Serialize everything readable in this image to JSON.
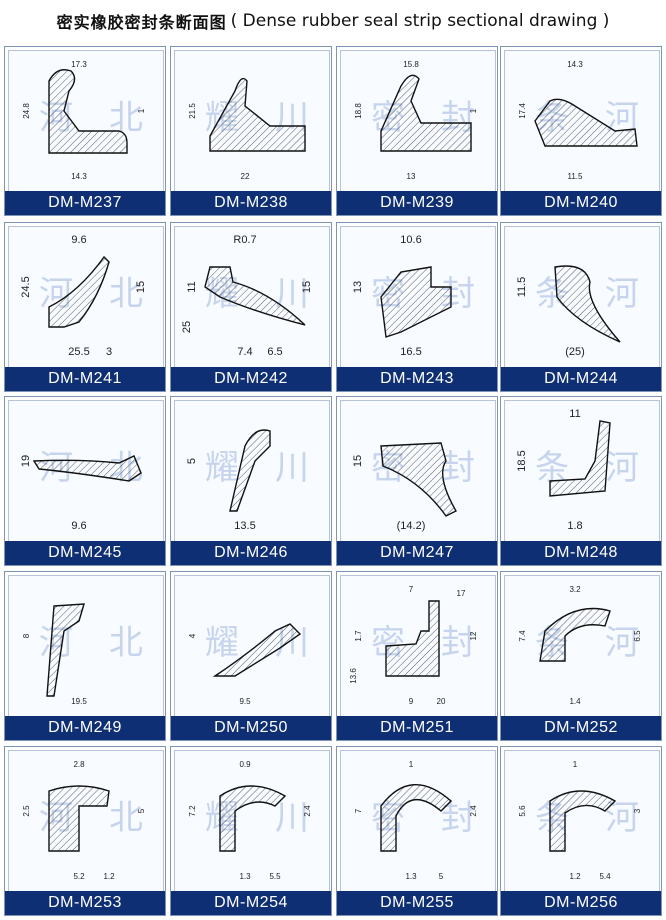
{
  "title": {
    "chinese": "密实橡胶密封条断面图",
    "english": "( Dense rubber seal strip sectional drawing )"
  },
  "watermark": [
    "河",
    "北",
    "耀",
    "川",
    "密",
    "封",
    "条"
  ],
  "colors": {
    "label_bg": "#0e2f73",
    "label_text": "#ffffff",
    "border": "#7f95b5",
    "hatch": "#333333"
  },
  "items": [
    {
      "model": "DM-M237",
      "dims": [
        "24.8",
        "14.3",
        "17.3",
        "1"
      ]
    },
    {
      "model": "DM-M238",
      "dims": [
        "21.5",
        "22"
      ]
    },
    {
      "model": "DM-M239",
      "dims": [
        "18.8",
        "13",
        "15.8",
        "1"
      ]
    },
    {
      "model": "DM-M240",
      "dims": [
        "17.4",
        "11.5",
        "14.3"
      ]
    },
    {
      "model": "DM-M241",
      "dims": [
        "24.5",
        "25.5",
        "9.6",
        "15",
        "3"
      ]
    },
    {
      "model": "DM-M242",
      "dims": [
        "11",
        "7.4",
        "R0.7",
        "15",
        "6.5",
        "25"
      ]
    },
    {
      "model": "DM-M243",
      "dims": [
        "13",
        "16.5",
        "10.6"
      ]
    },
    {
      "model": "DM-M244",
      "dims": [
        "11.5",
        "(25)"
      ]
    },
    {
      "model": "DM-M245",
      "dims": [
        "19",
        "9.6"
      ]
    },
    {
      "model": "DM-M246",
      "dims": [
        "5",
        "13.5"
      ]
    },
    {
      "model": "DM-M247",
      "dims": [
        "15",
        "(14.2)"
      ]
    },
    {
      "model": "DM-M248",
      "dims": [
        "18.5",
        "1.8",
        "11"
      ]
    },
    {
      "model": "DM-M249",
      "dims": [
        "8",
        "19.5"
      ]
    },
    {
      "model": "DM-M250",
      "dims": [
        "4",
        "9.5"
      ]
    },
    {
      "model": "DM-M251",
      "dims": [
        "1.7",
        "9",
        "7",
        "12",
        "20",
        "13.6",
        "17"
      ]
    },
    {
      "model": "DM-M252",
      "dims": [
        "7.4",
        "1.4",
        "3.2",
        "6.5"
      ]
    },
    {
      "model": "DM-M253",
      "dims": [
        "2.5",
        "5.2",
        "2.8",
        "5",
        "1.2"
      ]
    },
    {
      "model": "DM-M254",
      "dims": [
        "7.2",
        "1.3",
        "0.9",
        "2.4",
        "5.5"
      ]
    },
    {
      "model": "DM-M255",
      "dims": [
        "7",
        "1.3",
        "1",
        "2.4",
        "5"
      ]
    },
    {
      "model": "DM-M256",
      "dims": [
        "5.6",
        "1.2",
        "1",
        "3",
        "5.4"
      ]
    }
  ]
}
